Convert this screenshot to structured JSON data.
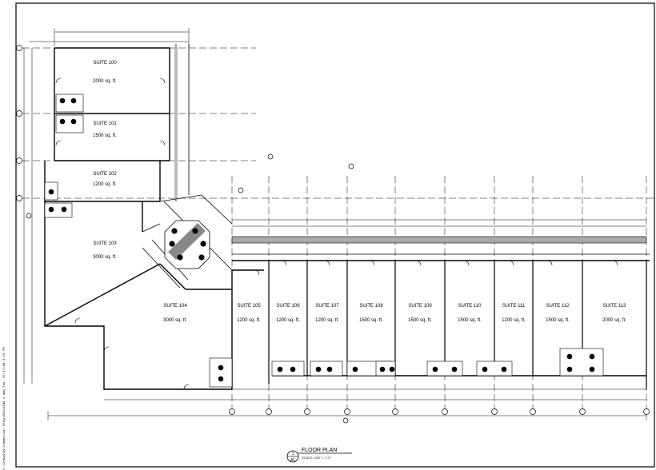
{
  "title": {
    "name": "FLOOR PLAN",
    "scale": "SCALE: 3/32\" = 1'-0\"",
    "bubble_num": "1",
    "bubble_sheet": "A1"
  },
  "sidebar_text": "C:\\Drawings\\Commercial Bldg\\BUILDING 1.dwg  Thu, 07/17/08 3:24 PM",
  "suites": [
    {
      "name": "SUITE 100",
      "area": "2000 sq. ft."
    },
    {
      "name": "SUITE 101",
      "area": "1500 sq. ft."
    },
    {
      "name": "SUITE 102",
      "area": "1200 sq. ft."
    },
    {
      "name": "SUITE 103",
      "area": "3000 sq. ft."
    },
    {
      "name": "SUITE 104",
      "area": "3000 sq. ft."
    },
    {
      "name": "SUITE 105",
      "area": "1200 sq. ft."
    },
    {
      "name": "SUITE 106",
      "area": "1200 sq. ft."
    },
    {
      "name": "SUITE 107",
      "area": "1200 sq. ft."
    },
    {
      "name": "SUITE 108",
      "area": "1500 sq. ft."
    },
    {
      "name": "SUITE 109",
      "area": "1500 sq. ft."
    },
    {
      "name": "SUITE 110",
      "area": "1500 sq. ft."
    },
    {
      "name": "SUITE 111",
      "area": "1200 sq. ft."
    },
    {
      "name": "SUITE 112",
      "area": "1500 sq. ft."
    },
    {
      "name": "SUITE 113",
      "area": "2000 sq. ft."
    }
  ]
}
